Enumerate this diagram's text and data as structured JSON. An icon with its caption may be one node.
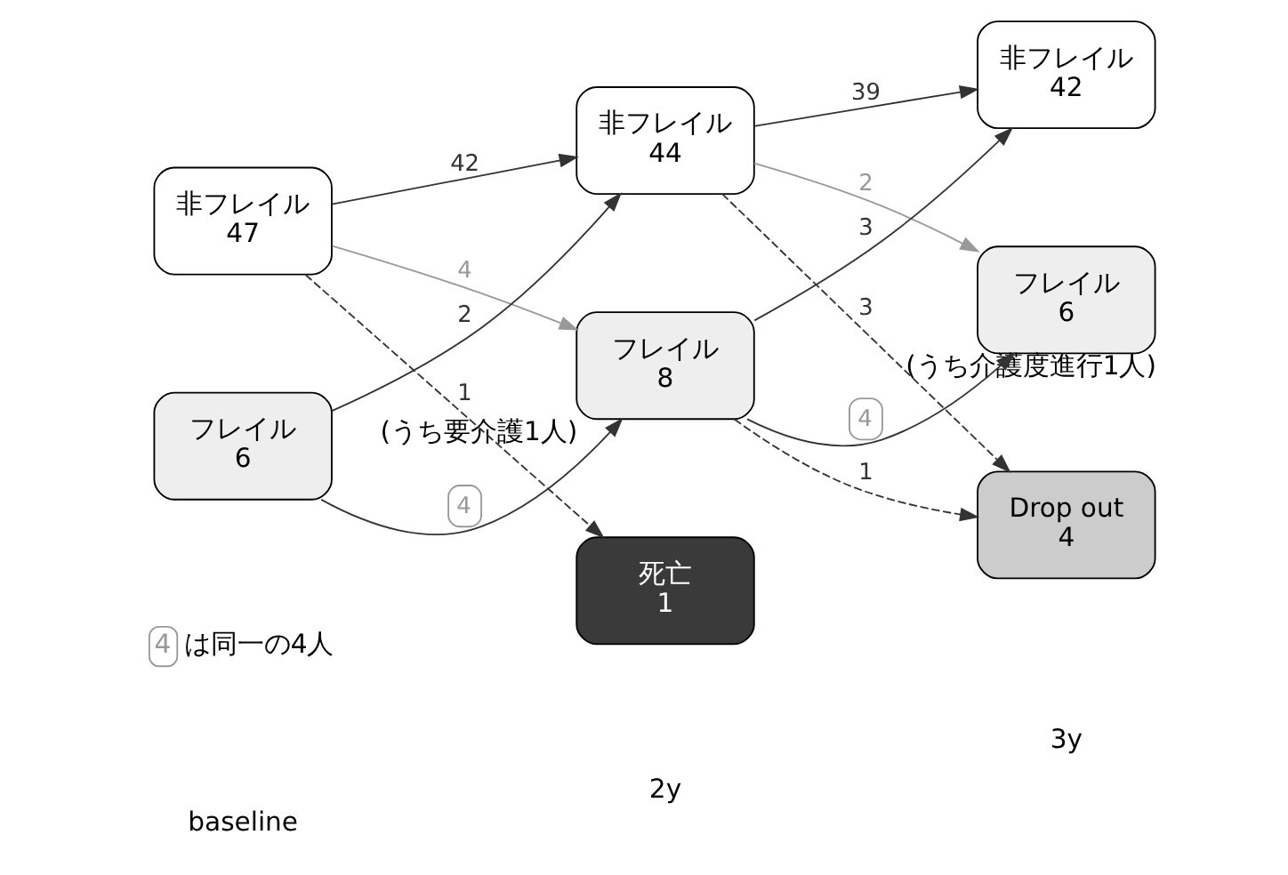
{
  "diagram": {
    "nodes": [
      {
        "text": [
          "非フレイル",
          "47"
        ]
      },
      {
        "text": [
          "フレイル",
          "6"
        ]
      },
      {
        "text": [
          "非フレイル",
          "44"
        ]
      },
      {
        "text": [
          "フレイル",
          "8"
        ],
        "beside": [
          "(うち要介護1人)"
        ]
      },
      {
        "text": [
          "死亡",
          "1"
        ]
      },
      {
        "text": [
          "非フレイル",
          "42"
        ]
      },
      {
        "text": [
          "フレイル",
          "6"
        ],
        "beside": [
          "(うち介護度進行1人)"
        ]
      },
      {
        "text": [
          "Drop out",
          "4"
        ]
      }
    ],
    "edges": [
      {
        "from": 0,
        "to": 2,
        "arrow": "to",
        "label": "42"
      },
      {
        "from": 0,
        "to": 3,
        "arrow": "to",
        "label": "4",
        "color": "#999999"
      },
      {
        "from": 0,
        "to": 4,
        "arrow": "to",
        "label": "1",
        "style": "dashed"
      },
      {
        "from": 1,
        "to": 2,
        "arrow": "to",
        "label": "2"
      },
      {
        "from": 1,
        "to": 3,
        "arrow": "to",
        "label": "4"
      },
      {
        "from": 2,
        "to": 5,
        "arrow": "to",
        "label": "39"
      },
      {
        "from": 2,
        "to": 6,
        "arrow": "to",
        "label": "2",
        "color": "#999999"
      },
      {
        "from": 2,
        "to": 7,
        "arrow": "to",
        "label": "3",
        "style": "dashed"
      },
      {
        "from": 3,
        "to": 5,
        "arrow": "to",
        "label": "3"
      },
      {
        "from": 3,
        "to": 6,
        "arrow": "to",
        "label": "4"
      },
      {
        "from": 3,
        "to": 7,
        "arrow": "to",
        "label": "1",
        "style": "dashed"
      }
    ],
    "labels": [
      "4",
      "は同一の4人",
      "baseline",
      "2y",
      "3y"
    ]
  }
}
